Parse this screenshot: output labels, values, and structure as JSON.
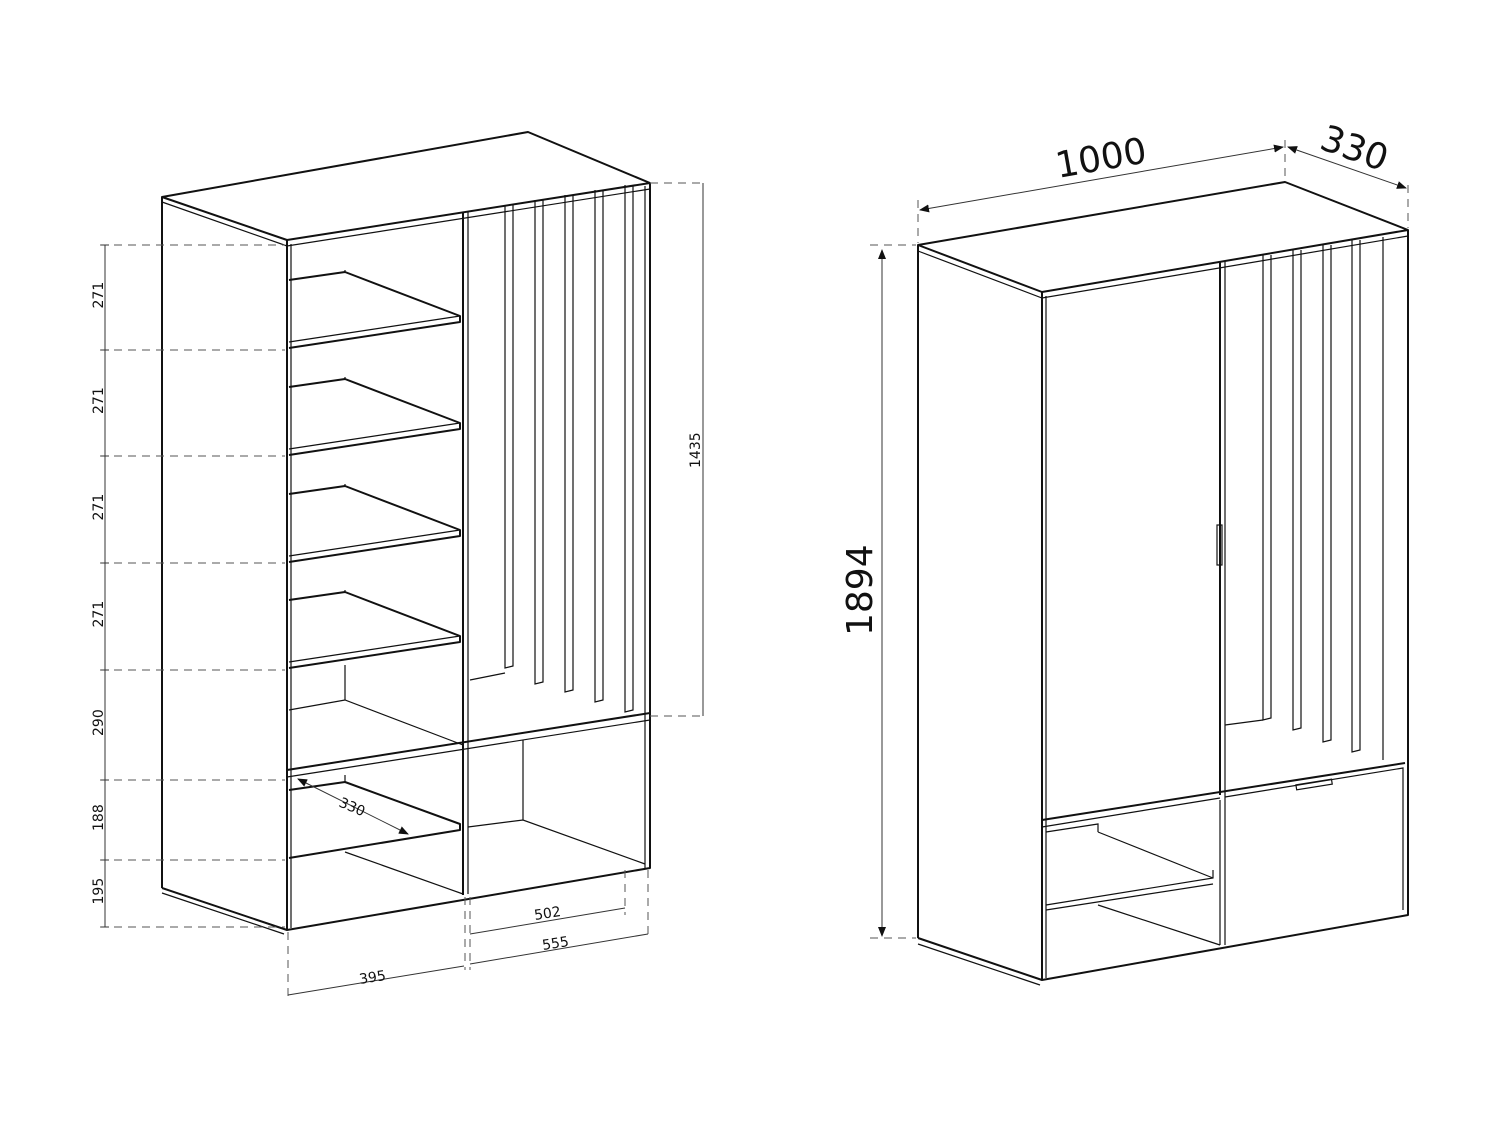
{
  "left_view": {
    "shelf_heights": [
      "271",
      "271",
      "271",
      "271",
      "290",
      "188",
      "195"
    ],
    "hanging_height": "1435",
    "shelf_depth": "330",
    "left_width": "395",
    "right_inner_width": "502",
    "right_width": "555"
  },
  "right_view": {
    "width": "1000",
    "depth": "330",
    "height": "1894"
  },
  "colors": {
    "line": "#111111",
    "dimension": "#555555",
    "background": "#ffffff"
  }
}
